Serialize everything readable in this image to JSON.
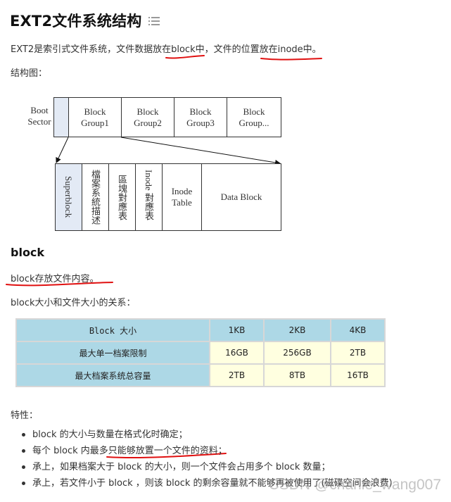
{
  "title": "EXT2文件系统结构",
  "toc_icon": "list-icon",
  "intro": "EXT2是索引式文件系统，文件数据放在block中，文件的位置放在inode中。",
  "structure_label": "结构图：",
  "diagram": {
    "boot_sector": "Boot\nSector",
    "block_groups": [
      "Block\nGroup1",
      "Block\nGroup2",
      "Block\nGroup3",
      "Block\nGroup..."
    ],
    "group_parts": {
      "superblock": "Superblock",
      "fs_descriptor": "檔案系統描述",
      "block_bitmap": "區塊對應表",
      "inode_bitmap_en": "Inode",
      "inode_bitmap_zh": "對應表",
      "inode_table": "Inode\nTable",
      "data_block": "Data Block"
    },
    "colors": {
      "shade": "#e3eaf5",
      "border": "#333333"
    }
  },
  "block_section": {
    "heading": "block",
    "desc": "block存放文件内容。",
    "relation_label": "block大小和文件大小的关系："
  },
  "table": {
    "header": [
      "Block 大小",
      "1KB",
      "2KB",
      "4KB"
    ],
    "rows": [
      [
        "最大单一档案限制",
        "16GB",
        "256GB",
        "2TB"
      ],
      [
        "最大档案系统总容量",
        "2TB",
        "8TB",
        "16TB"
      ]
    ],
    "colors": {
      "head_bg": "#add8e6",
      "value_bg": "#ffffe0",
      "border": "#d7d7d7"
    }
  },
  "features": {
    "label": "特性：",
    "items": [
      "block 的大小与数量在格式化时确定；",
      "每个 block 内最多只能够放置一个文件的资料；",
      "承上，如果档案大于 block 的大小，则一个文件会占用多个 block 数量；",
      "承上，若文件小于 block ，则该 block 的剩余容量就不能够再被使用了(磁碟空间会浪费)"
    ]
  },
  "watermark": "CSDN @charlie_wang007",
  "annotation_color": "#e01010"
}
